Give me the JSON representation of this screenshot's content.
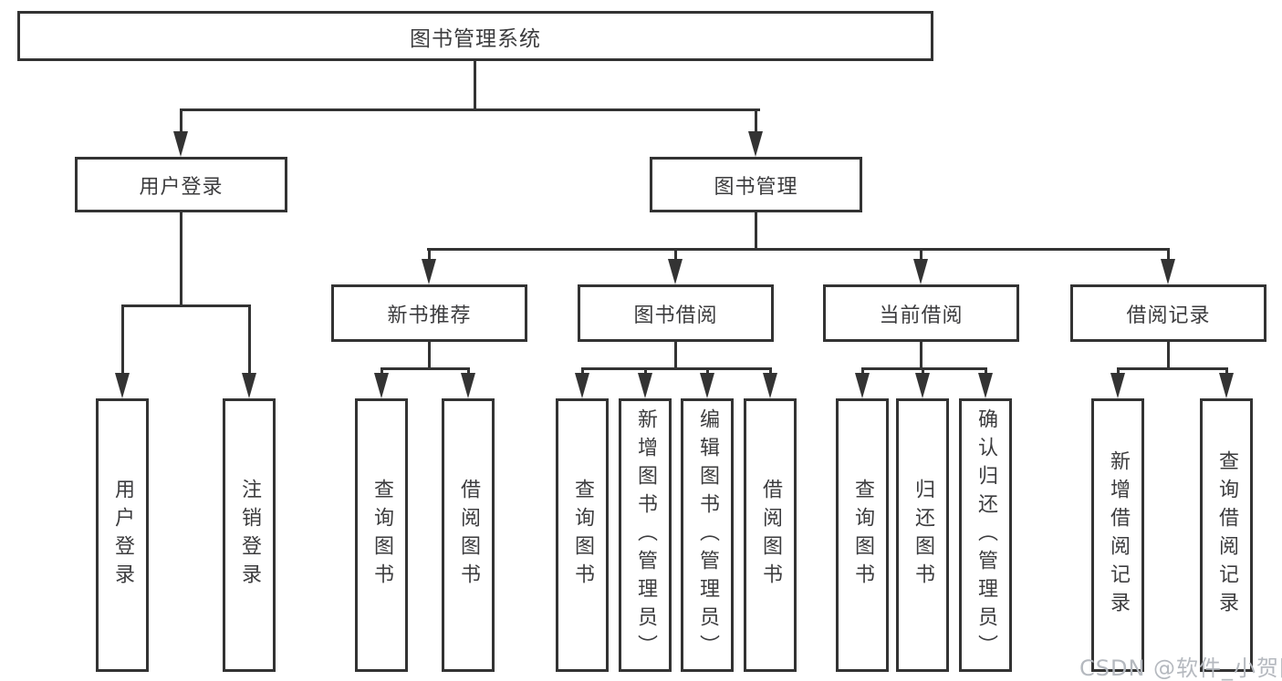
{
  "diagram": {
    "type": "hierarchy-tree",
    "nodes": {
      "root": {
        "label": "图书管理系统"
      },
      "user_login": {
        "label": "用户登录"
      },
      "book_management": {
        "label": "图书管理"
      },
      "new_book_recommend": {
        "label": "新书推荐"
      },
      "book_borrow": {
        "label": "图书借阅"
      },
      "current_borrow": {
        "label": "当前借阅"
      },
      "borrow_records": {
        "label": "借阅记录"
      },
      "leaves": {
        "user_login_children": [
          "用户登录",
          "注销登录"
        ],
        "new_book_children": [
          "查询图书",
          "借阅图书"
        ],
        "book_borrow_children": [
          "查询图书",
          "新增图书（管理员）",
          "编辑图书（管理员）",
          "借阅图书"
        ],
        "current_borrow_children": [
          "查询图书",
          "归还图书",
          "确认归还（管理员）"
        ],
        "borrow_records_children": [
          "新增借阅记录",
          "查询借阅记录"
        ]
      }
    },
    "watermark": "CSDN @软件_小贺同学",
    "colors": {
      "line": "#333333",
      "text": "#3c3c3e",
      "watermark": "#b5b9bf",
      "background": "#ffffff"
    }
  }
}
